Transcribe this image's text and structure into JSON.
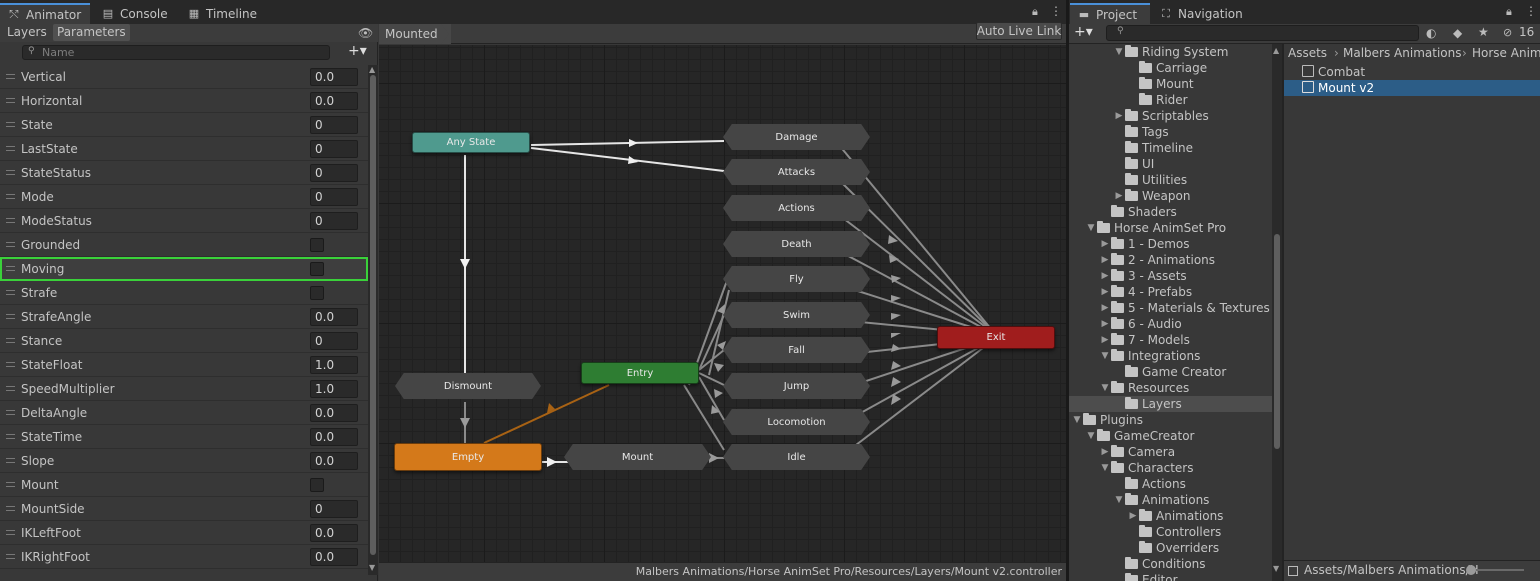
{
  "animator_window": {
    "tabs": [
      {
        "label": "Animator",
        "icon": "animator-icon"
      },
      {
        "label": "Console",
        "icon": "console-icon"
      },
      {
        "label": "Timeline",
        "icon": "timeline-icon"
      }
    ],
    "subtabs": {
      "layers": "Layers",
      "parameters": "Parameters"
    },
    "search_placeholder": "Name",
    "add_label": "+▾",
    "breadcrumb": "Mounted",
    "auto_live_link": "Auto Live Link",
    "status_path": "Malbers Animations/Horse AnimSet Pro/Resources/Layers/Mount v2.controller"
  },
  "parameters": [
    {
      "name": "Vertical",
      "type": "float",
      "value": "0.0"
    },
    {
      "name": "Horizontal",
      "type": "float",
      "value": "0.0"
    },
    {
      "name": "State",
      "type": "int",
      "value": "0"
    },
    {
      "name": "LastState",
      "type": "int",
      "value": "0"
    },
    {
      "name": "StateStatus",
      "type": "int",
      "value": "0"
    },
    {
      "name": "Mode",
      "type": "int",
      "value": "0"
    },
    {
      "name": "ModeStatus",
      "type": "int",
      "value": "0"
    },
    {
      "name": "Grounded",
      "type": "bool",
      "value": ""
    },
    {
      "name": "Moving",
      "type": "bool",
      "value": "",
      "highlighted": true
    },
    {
      "name": "Strafe",
      "type": "bool",
      "value": ""
    },
    {
      "name": "StrafeAngle",
      "type": "float",
      "value": "0.0"
    },
    {
      "name": "Stance",
      "type": "int",
      "value": "0"
    },
    {
      "name": "StateFloat",
      "type": "float",
      "value": "1.0"
    },
    {
      "name": "SpeedMultiplier",
      "type": "float",
      "value": "1.0"
    },
    {
      "name": "DeltaAngle",
      "type": "float",
      "value": "0.0"
    },
    {
      "name": "StateTime",
      "type": "float",
      "value": "0.0"
    },
    {
      "name": "Slope",
      "type": "float",
      "value": "0.0"
    },
    {
      "name": "Mount",
      "type": "bool",
      "value": ""
    },
    {
      "name": "MountSide",
      "type": "int",
      "value": "0"
    },
    {
      "name": "IKLeftFoot",
      "type": "float",
      "value": "0.0"
    },
    {
      "name": "IKRightFoot",
      "type": "float",
      "value": "0.0"
    }
  ],
  "graph_nodes": {
    "any_state": "Any State",
    "damage": "Damage",
    "attacks": "Attacks",
    "actions": "Actions",
    "death": "Death",
    "fly": "Fly",
    "swim": "Swim",
    "fall": "Fall",
    "jump": "Jump",
    "locomotion": "Locomotion",
    "idle": "Idle",
    "dismount": "Dismount",
    "entry": "Entry",
    "empty": "Empty",
    "mount": "Mount",
    "exit": "Exit"
  },
  "project_window": {
    "tabs": [
      {
        "label": "Project",
        "icon": "folder-icon"
      },
      {
        "label": "Navigation",
        "icon": "navigation-icon"
      }
    ],
    "add_label": "+▾",
    "hidden_count": "16",
    "tree": [
      {
        "label": "Riding System",
        "depth": 4,
        "expanded": true
      },
      {
        "label": "Carriage",
        "depth": 5
      },
      {
        "label": "Mount",
        "depth": 5
      },
      {
        "label": "Rider",
        "depth": 5
      },
      {
        "label": "Scriptables",
        "depth": 4,
        "collapsed": true
      },
      {
        "label": "Tags",
        "depth": 4
      },
      {
        "label": "Timeline",
        "depth": 4
      },
      {
        "label": "UI",
        "depth": 4
      },
      {
        "label": "Utilities",
        "depth": 4
      },
      {
        "label": "Weapon",
        "depth": 4,
        "collapsed": true
      },
      {
        "label": "Shaders",
        "depth": 3
      },
      {
        "label": "Horse AnimSet Pro",
        "depth": 2,
        "expanded": true
      },
      {
        "label": "1 - Demos",
        "depth": 3,
        "collapsed": true
      },
      {
        "label": "2 - Animations",
        "depth": 3,
        "collapsed": true
      },
      {
        "label": "3 - Assets",
        "depth": 3,
        "collapsed": true
      },
      {
        "label": "4 - Prefabs",
        "depth": 3,
        "collapsed": true
      },
      {
        "label": "5 - Materials & Textures",
        "depth": 3,
        "collapsed": true
      },
      {
        "label": "6 - Audio",
        "depth": 3,
        "collapsed": true
      },
      {
        "label": "7 - Models",
        "depth": 3,
        "collapsed": true
      },
      {
        "label": "Integrations",
        "depth": 3,
        "expanded": true
      },
      {
        "label": "Game Creator",
        "depth": 4
      },
      {
        "label": "Resources",
        "depth": 3,
        "expanded": true
      },
      {
        "label": "Layers",
        "depth": 4,
        "selected": true
      },
      {
        "label": "Plugins",
        "depth": 1,
        "expanded": true
      },
      {
        "label": "GameCreator",
        "depth": 2,
        "expanded": true
      },
      {
        "label": "Camera",
        "depth": 3,
        "collapsed": true
      },
      {
        "label": "Characters",
        "depth": 3,
        "expanded": true
      },
      {
        "label": "Actions",
        "depth": 4
      },
      {
        "label": "Animations",
        "depth": 4,
        "expanded": true
      },
      {
        "label": "Animations",
        "depth": 5,
        "collapsed": true
      },
      {
        "label": "Controllers",
        "depth": 5
      },
      {
        "label": "Overriders",
        "depth": 5
      },
      {
        "label": "Conditions",
        "depth": 4
      },
      {
        "label": "Editor",
        "depth": 4
      }
    ],
    "breadcrumb": [
      "Assets",
      "Malbers Animations",
      "Horse Anim"
    ],
    "assets": [
      {
        "label": "Combat",
        "selected": false
      },
      {
        "label": "Mount v2",
        "selected": true
      }
    ],
    "bottom_path": "Assets/Malbers Animations/H"
  },
  "colors": {
    "any_state": "#4f9a8e",
    "entry": "#2e7d32",
    "empty": "#d4791a",
    "exit": "#a01d1d",
    "node": "#454545",
    "selection": "#2c5d87",
    "highlight": "#3ad13a"
  }
}
